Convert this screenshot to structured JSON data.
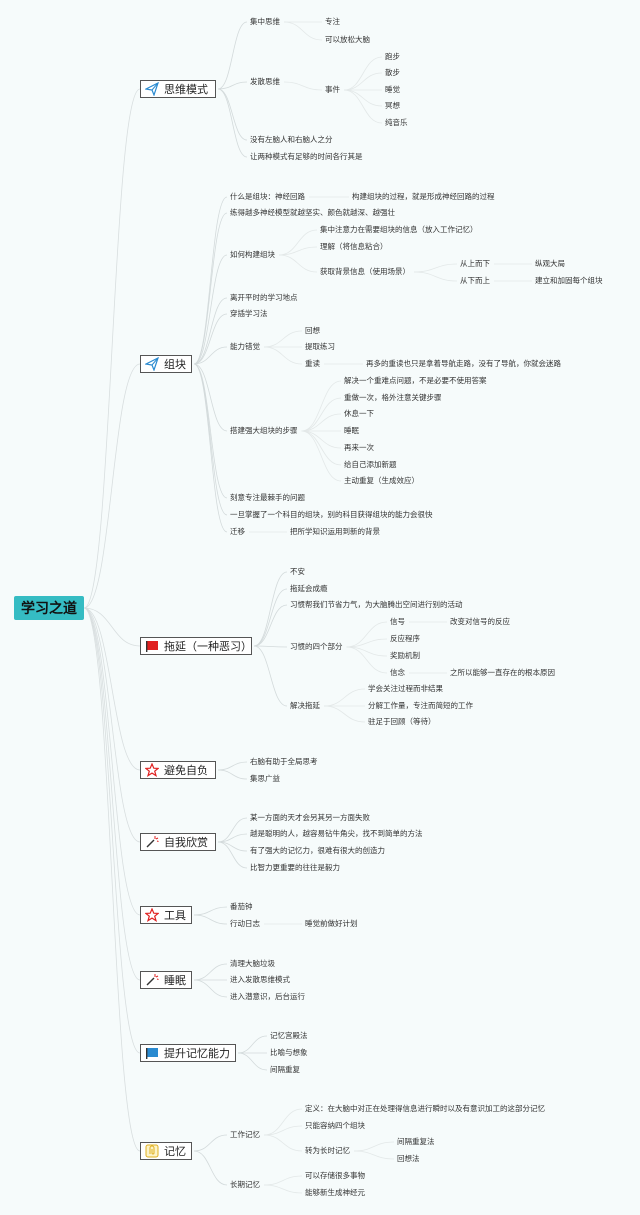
{
  "root": "学习之道",
  "branches": [
    {
      "id": "b1",
      "label": "思维模式",
      "icon": "paper-plane-icon",
      "color": "#2a8ad0"
    },
    {
      "id": "b2",
      "label": "组块",
      "icon": "paper-plane-icon",
      "color": "#2a8ad0"
    },
    {
      "id": "b3",
      "label": "拖延（一种恶习）",
      "icon": "red-flag-icon",
      "color": "#e02020"
    },
    {
      "id": "b4",
      "label": "避免自负",
      "icon": "star-outline-icon",
      "color": "#e02020"
    },
    {
      "id": "b5",
      "label": "自我欣赏",
      "icon": "magic-wand-icon",
      "color": "#e02020"
    },
    {
      "id": "b6",
      "label": "工具",
      "icon": "star-outline-icon",
      "color": "#e02020"
    },
    {
      "id": "b7",
      "label": "睡眠",
      "icon": "magic-wand-icon",
      "color": "#e02020"
    },
    {
      "id": "b8",
      "label": "提升记忆能力",
      "icon": "blue-flag-icon",
      "color": "#2a8ad0"
    },
    {
      "id": "b9",
      "label": "记忆",
      "icon": "paperclip-icon",
      "color": "#e0b020"
    }
  ],
  "nodes": [
    {
      "id": "n1",
      "parent": "b1",
      "text": "集中思维"
    },
    {
      "id": "n1a",
      "parent": "n1",
      "text": "专注"
    },
    {
      "id": "n1b",
      "parent": "n1",
      "text": "可以放松大脑"
    },
    {
      "id": "n2",
      "parent": "b1",
      "text": "发散思维"
    },
    {
      "id": "n2a",
      "parent": "n2",
      "text": "事件"
    },
    {
      "id": "n2a1",
      "parent": "n2a",
      "text": "跑步"
    },
    {
      "id": "n2a2",
      "parent": "n2a",
      "text": "散步"
    },
    {
      "id": "n2a3",
      "parent": "n2a",
      "text": "睡觉"
    },
    {
      "id": "n2a4",
      "parent": "n2a",
      "text": "冥想"
    },
    {
      "id": "n2a5",
      "parent": "n2a",
      "text": "纯音乐"
    },
    {
      "id": "n3",
      "parent": "b1",
      "text": "没有左脑人和右脑人之分"
    },
    {
      "id": "n4",
      "parent": "b1",
      "text": "让两种模式有足够的时间各行其是"
    },
    {
      "id": "c1",
      "parent": "b2",
      "text": "什么是组块：神经回路"
    },
    {
      "id": "c1a",
      "parent": "c1",
      "text": "构建组块的过程，就是形成神经回路的过程"
    },
    {
      "id": "c2",
      "parent": "b2",
      "text": "练得越多神经模型就越坚实、颜色就越深、越强壮"
    },
    {
      "id": "c3",
      "parent": "b2",
      "text": "如何构建组块"
    },
    {
      "id": "c3a",
      "parent": "c3",
      "text": "集中注意力在需要组块的信息（放入工作记忆）"
    },
    {
      "id": "c3b",
      "parent": "c3",
      "text": "理解（将信息粘合）"
    },
    {
      "id": "c3c",
      "parent": "c3",
      "text": "获取背景信息（使用场景）"
    },
    {
      "id": "c3c1",
      "parent": "c3c",
      "text": "从上而下"
    },
    {
      "id": "c3c1a",
      "parent": "c3c1",
      "text": "纵观大局"
    },
    {
      "id": "c3c2",
      "parent": "c3c",
      "text": "从下而上"
    },
    {
      "id": "c3c2a",
      "parent": "c3c2",
      "text": "建立和加固每个组块"
    },
    {
      "id": "c4",
      "parent": "b2",
      "text": "离开平时的学习地点"
    },
    {
      "id": "c5",
      "parent": "b2",
      "text": "穿插学习法"
    },
    {
      "id": "c6",
      "parent": "b2",
      "text": "能力错觉"
    },
    {
      "id": "c6a",
      "parent": "c6",
      "text": "回想"
    },
    {
      "id": "c6b",
      "parent": "c6",
      "text": "提取练习"
    },
    {
      "id": "c6c",
      "parent": "c6",
      "text": "重读"
    },
    {
      "id": "c6c1",
      "parent": "c6c",
      "text": "再多的重读也只是拿着导航走路，没有了导航，你就会迷路"
    },
    {
      "id": "c7",
      "parent": "b2",
      "text": "搭建强大组块的步骤"
    },
    {
      "id": "c7a",
      "parent": "c7",
      "text": "解决一个重难点问题，不是必要不使用答案"
    },
    {
      "id": "c7b",
      "parent": "c7",
      "text": "重做一次，格外注意关键步骤"
    },
    {
      "id": "c7c",
      "parent": "c7",
      "text": "休息一下"
    },
    {
      "id": "c7d",
      "parent": "c7",
      "text": "睡眠"
    },
    {
      "id": "c7e",
      "parent": "c7",
      "text": "再来一次"
    },
    {
      "id": "c7f",
      "parent": "c7",
      "text": "给自己添加新题"
    },
    {
      "id": "c7g",
      "parent": "c7",
      "text": "主动重复（生成效应）"
    },
    {
      "id": "c8",
      "parent": "b2",
      "text": "刻意专注最棘手的问题"
    },
    {
      "id": "c9",
      "parent": "b2",
      "text": "一旦掌握了一个科目的组块，别的科目获得组块的能力会很快"
    },
    {
      "id": "c10",
      "parent": "b2",
      "text": "迁移"
    },
    {
      "id": "c10a",
      "parent": "c10",
      "text": "把所学知识运用到新的背景"
    },
    {
      "id": "d1",
      "parent": "b3",
      "text": "不安"
    },
    {
      "id": "d2",
      "parent": "b3",
      "text": "拖延会成瘾"
    },
    {
      "id": "d3",
      "parent": "b3",
      "text": "习惯帮我们节省力气，为大脑腾出空间进行别的活动"
    },
    {
      "id": "d4",
      "parent": "b3",
      "text": "习惯的四个部分"
    },
    {
      "id": "d4a",
      "parent": "d4",
      "text": "信号"
    },
    {
      "id": "d4a1",
      "parent": "d4a",
      "text": "改变对信号的反应"
    },
    {
      "id": "d4b",
      "parent": "d4",
      "text": "反应程序"
    },
    {
      "id": "d4c",
      "parent": "d4",
      "text": "奖励机制"
    },
    {
      "id": "d4d",
      "parent": "d4",
      "text": "信念"
    },
    {
      "id": "d4d1",
      "parent": "d4d",
      "text": "之所以能够一直存在的根本原因"
    },
    {
      "id": "d5",
      "parent": "b3",
      "text": "解决拖延"
    },
    {
      "id": "d5a",
      "parent": "d5",
      "text": "学会关注过程而非结果"
    },
    {
      "id": "d5b",
      "parent": "d5",
      "text": "分解工作量，专注而简短的工作"
    },
    {
      "id": "d5c",
      "parent": "d5",
      "text": "驻足于回顾（等待）"
    },
    {
      "id": "e1",
      "parent": "b4",
      "text": "右脑有助于全局思考"
    },
    {
      "id": "e2",
      "parent": "b4",
      "text": "集思广益"
    },
    {
      "id": "f1",
      "parent": "b5",
      "text": "某一方面的天才会另其另一方面失败"
    },
    {
      "id": "f2",
      "parent": "b5",
      "text": "越是聪明的人，越容易钻牛角尖，找不到简单的方法"
    },
    {
      "id": "f3",
      "parent": "b5",
      "text": "有了强大的记忆力，很难有很大的创造力"
    },
    {
      "id": "f4",
      "parent": "b5",
      "text": "比智力更重要的往往是毅力"
    },
    {
      "id": "g1",
      "parent": "b6",
      "text": "番茄钟"
    },
    {
      "id": "g2",
      "parent": "b6",
      "text": "行动日志"
    },
    {
      "id": "g2a",
      "parent": "g2",
      "text": "睡觉前做好计划"
    },
    {
      "id": "h1",
      "parent": "b7",
      "text": "清理大脑垃圾"
    },
    {
      "id": "h2",
      "parent": "b7",
      "text": "进入发散思维模式"
    },
    {
      "id": "h3",
      "parent": "b7",
      "text": "进入潜意识，后台运行"
    },
    {
      "id": "i1",
      "parent": "b8",
      "text": "记忆宫殿法"
    },
    {
      "id": "i2",
      "parent": "b8",
      "text": "比喻与想象"
    },
    {
      "id": "i3",
      "parent": "b8",
      "text": "间隔重复"
    },
    {
      "id": "j1",
      "parent": "b9",
      "text": "工作记忆"
    },
    {
      "id": "j1a",
      "parent": "j1",
      "text": "定义：在大脑中对正在处理得信息进行瞬时以及有意识加工的这部分记忆"
    },
    {
      "id": "j1b",
      "parent": "j1",
      "text": "只能容纳四个组块"
    },
    {
      "id": "j1c",
      "parent": "j1",
      "text": "转为长时记忆"
    },
    {
      "id": "j1c1",
      "parent": "j1c",
      "text": "间隔重复法"
    },
    {
      "id": "j1c2",
      "parent": "j1c",
      "text": "回想法"
    },
    {
      "id": "j2",
      "parent": "b9",
      "text": "长期记忆"
    },
    {
      "id": "j2a",
      "parent": "j2",
      "text": "可以存储很多事物"
    },
    {
      "id": "j2b",
      "parent": "j2",
      "text": "能够新生成神经元"
    }
  ]
}
